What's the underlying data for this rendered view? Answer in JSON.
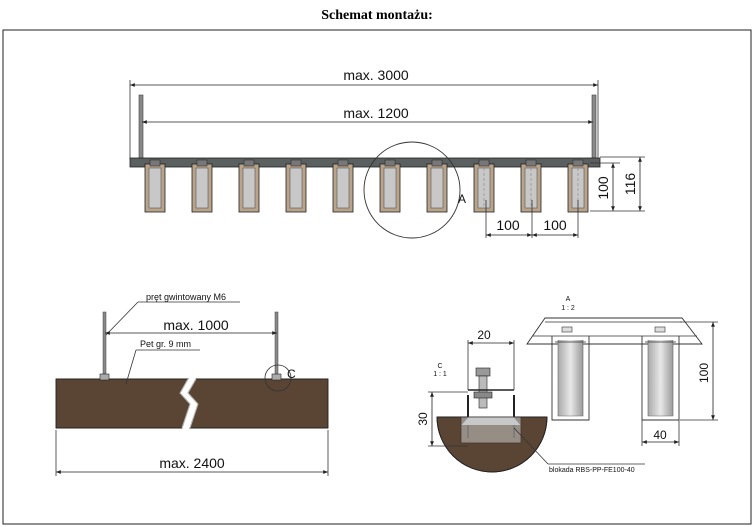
{
  "title": "Schemat montażu:",
  "top_view": {
    "dim_overall": "max. 3000",
    "dim_span": "max. 1200",
    "dim_pitch_1": "100",
    "dim_pitch_2": "100",
    "dim_height_100": "100",
    "dim_height_116": "116",
    "detail_marker": "A"
  },
  "side_view": {
    "label_rod": "pręt gwintowany M6",
    "label_bar": "Pet gr. 9 mm",
    "dim_span": "max. 1000",
    "dim_length": "max. 2400",
    "detail_marker": "C"
  },
  "detail_c": {
    "name": "C",
    "scale": "1 : 1",
    "dim_width": "20",
    "dim_height": "30",
    "label_lock": "blokada RBS-PP-FE100-40"
  },
  "detail_a": {
    "name": "A",
    "scale": "1 : 2",
    "dim_height": "100",
    "dim_width": "40"
  },
  "colors": {
    "steel": "#5a5f5f",
    "wood": "#5a4535",
    "insert": "#c8c8c8"
  }
}
